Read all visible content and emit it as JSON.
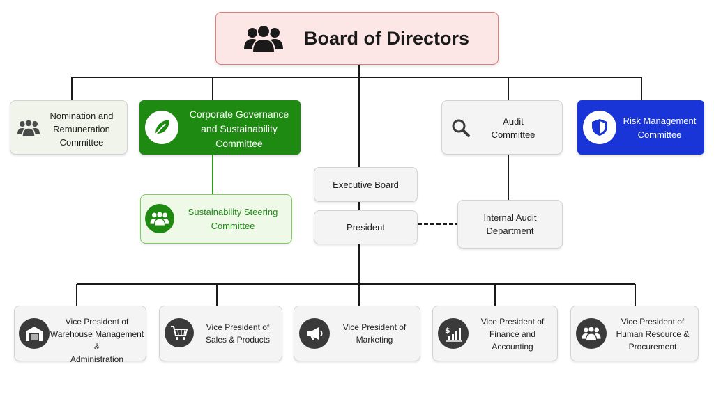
{
  "board": {
    "title": "Board of Directors",
    "icon": "people-group-icon"
  },
  "committees": {
    "nomination": {
      "label": "Nomination and\nRemuneration\nCommittee",
      "icon": "people-group-icon"
    },
    "governance": {
      "label": "Corporate Governance\nand Sustainability\nCommittee",
      "icon": "leaf-icon"
    },
    "audit": {
      "label": "Audit\nCommittee",
      "icon": "search-icon"
    },
    "risk": {
      "label": "Risk Management\nCommittee",
      "icon": "shield-icon"
    }
  },
  "sustainability_steering": {
    "label": "Sustainability Steering\nCommittee",
    "icon": "people-group-icon"
  },
  "executive_board": {
    "label": "Executive Board"
  },
  "president": {
    "label": "President"
  },
  "internal_audit": {
    "label": "Internal Audit\nDepartment"
  },
  "vice_presidents": [
    {
      "label": "Vice President of\nWarehouse Management &\nAdministration",
      "icon": "warehouse-icon"
    },
    {
      "label": "Vice President of\nSales & Products",
      "icon": "shopping-cart-icon"
    },
    {
      "label": "Vice President of\nMarketing",
      "icon": "megaphone-icon"
    },
    {
      "label": "Vice President of\nFinance and\nAccounting",
      "icon": "finance-chart-icon"
    },
    {
      "label": "Vice President of\nHuman Resource &\nProcurement",
      "icon": "people-group-icon"
    }
  ],
  "colors": {
    "board_fill": "#fde6e6",
    "board_border": "#e47a7a",
    "governance_green": "#1f8a12",
    "steering_fill": "#eef9e8",
    "steering_border": "#7ccf5f",
    "risk_blue": "#1935d8",
    "node_grey": "#f4f4f4",
    "icon_dark": "#3a3a3a",
    "line": "#1a1a1a"
  }
}
